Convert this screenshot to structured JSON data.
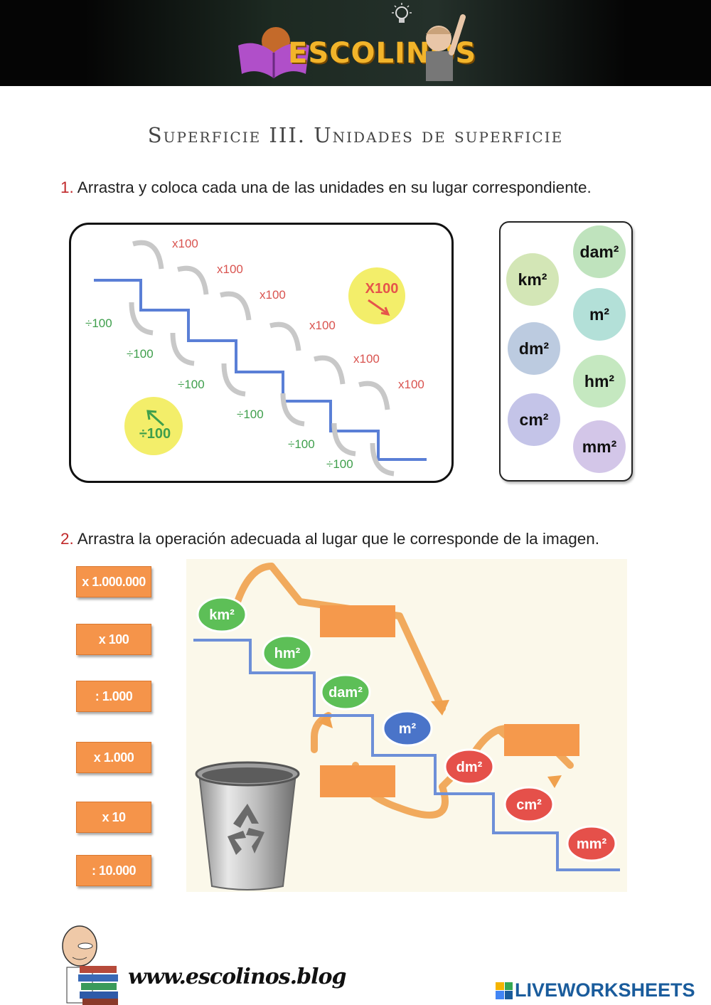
{
  "banner": {
    "logo_text": "ESCOLINOS"
  },
  "title": "Superficie III. Unidades de superficie",
  "q1": {
    "number": "1.",
    "text": "Arrastra y coloca cada una de las unidades en su lugar correspondiente."
  },
  "stair1": {
    "up_labels": [
      "x100",
      "x100",
      "x100",
      "x100",
      "x100",
      "x100"
    ],
    "down_labels": [
      "÷100",
      "÷100",
      "÷100",
      "÷100",
      "÷100",
      "÷100"
    ],
    "up_legend": "X100",
    "down_legend": "÷100"
  },
  "units_bank": [
    {
      "label": "dam²",
      "color": "#bfe3bd"
    },
    {
      "label": "km²",
      "color": "#d3e6b6"
    },
    {
      "label": "m²",
      "color": "#b3e0d8"
    },
    {
      "label": "dm²",
      "color": "#bccbe0"
    },
    {
      "label": "hm²",
      "color": "#c5e8c0"
    },
    {
      "label": "cm²",
      "color": "#c4c4e8"
    },
    {
      "label": "mm²",
      "color": "#d3c6e8"
    }
  ],
  "q2": {
    "number": "2.",
    "text": "Arrastra la operación adecuada al lugar que le corresponde de la imagen."
  },
  "operations": [
    "x 1.000.000",
    "x 100",
    ": 1.000",
    "x 1.000",
    "x 10",
    ": 10.000"
  ],
  "stair2": {
    "units": [
      {
        "label": "km²",
        "color": "#5dbf57"
      },
      {
        "label": "hm²",
        "color": "#5dbf57"
      },
      {
        "label": "dam²",
        "color": "#5dbf57"
      },
      {
        "label": "m²",
        "color": "#4a74c9"
      },
      {
        "label": "dm²",
        "color": "#e5504a"
      },
      {
        "label": "cm²",
        "color": "#e5504a"
      },
      {
        "label": "mm²",
        "color": "#e5504a"
      }
    ],
    "arrow_color": "#f0a14e",
    "drop_color": "#f5994c"
  },
  "footer": {
    "url": "www.escolinos.blog",
    "brand": "LIVEWORKSHEETS"
  }
}
